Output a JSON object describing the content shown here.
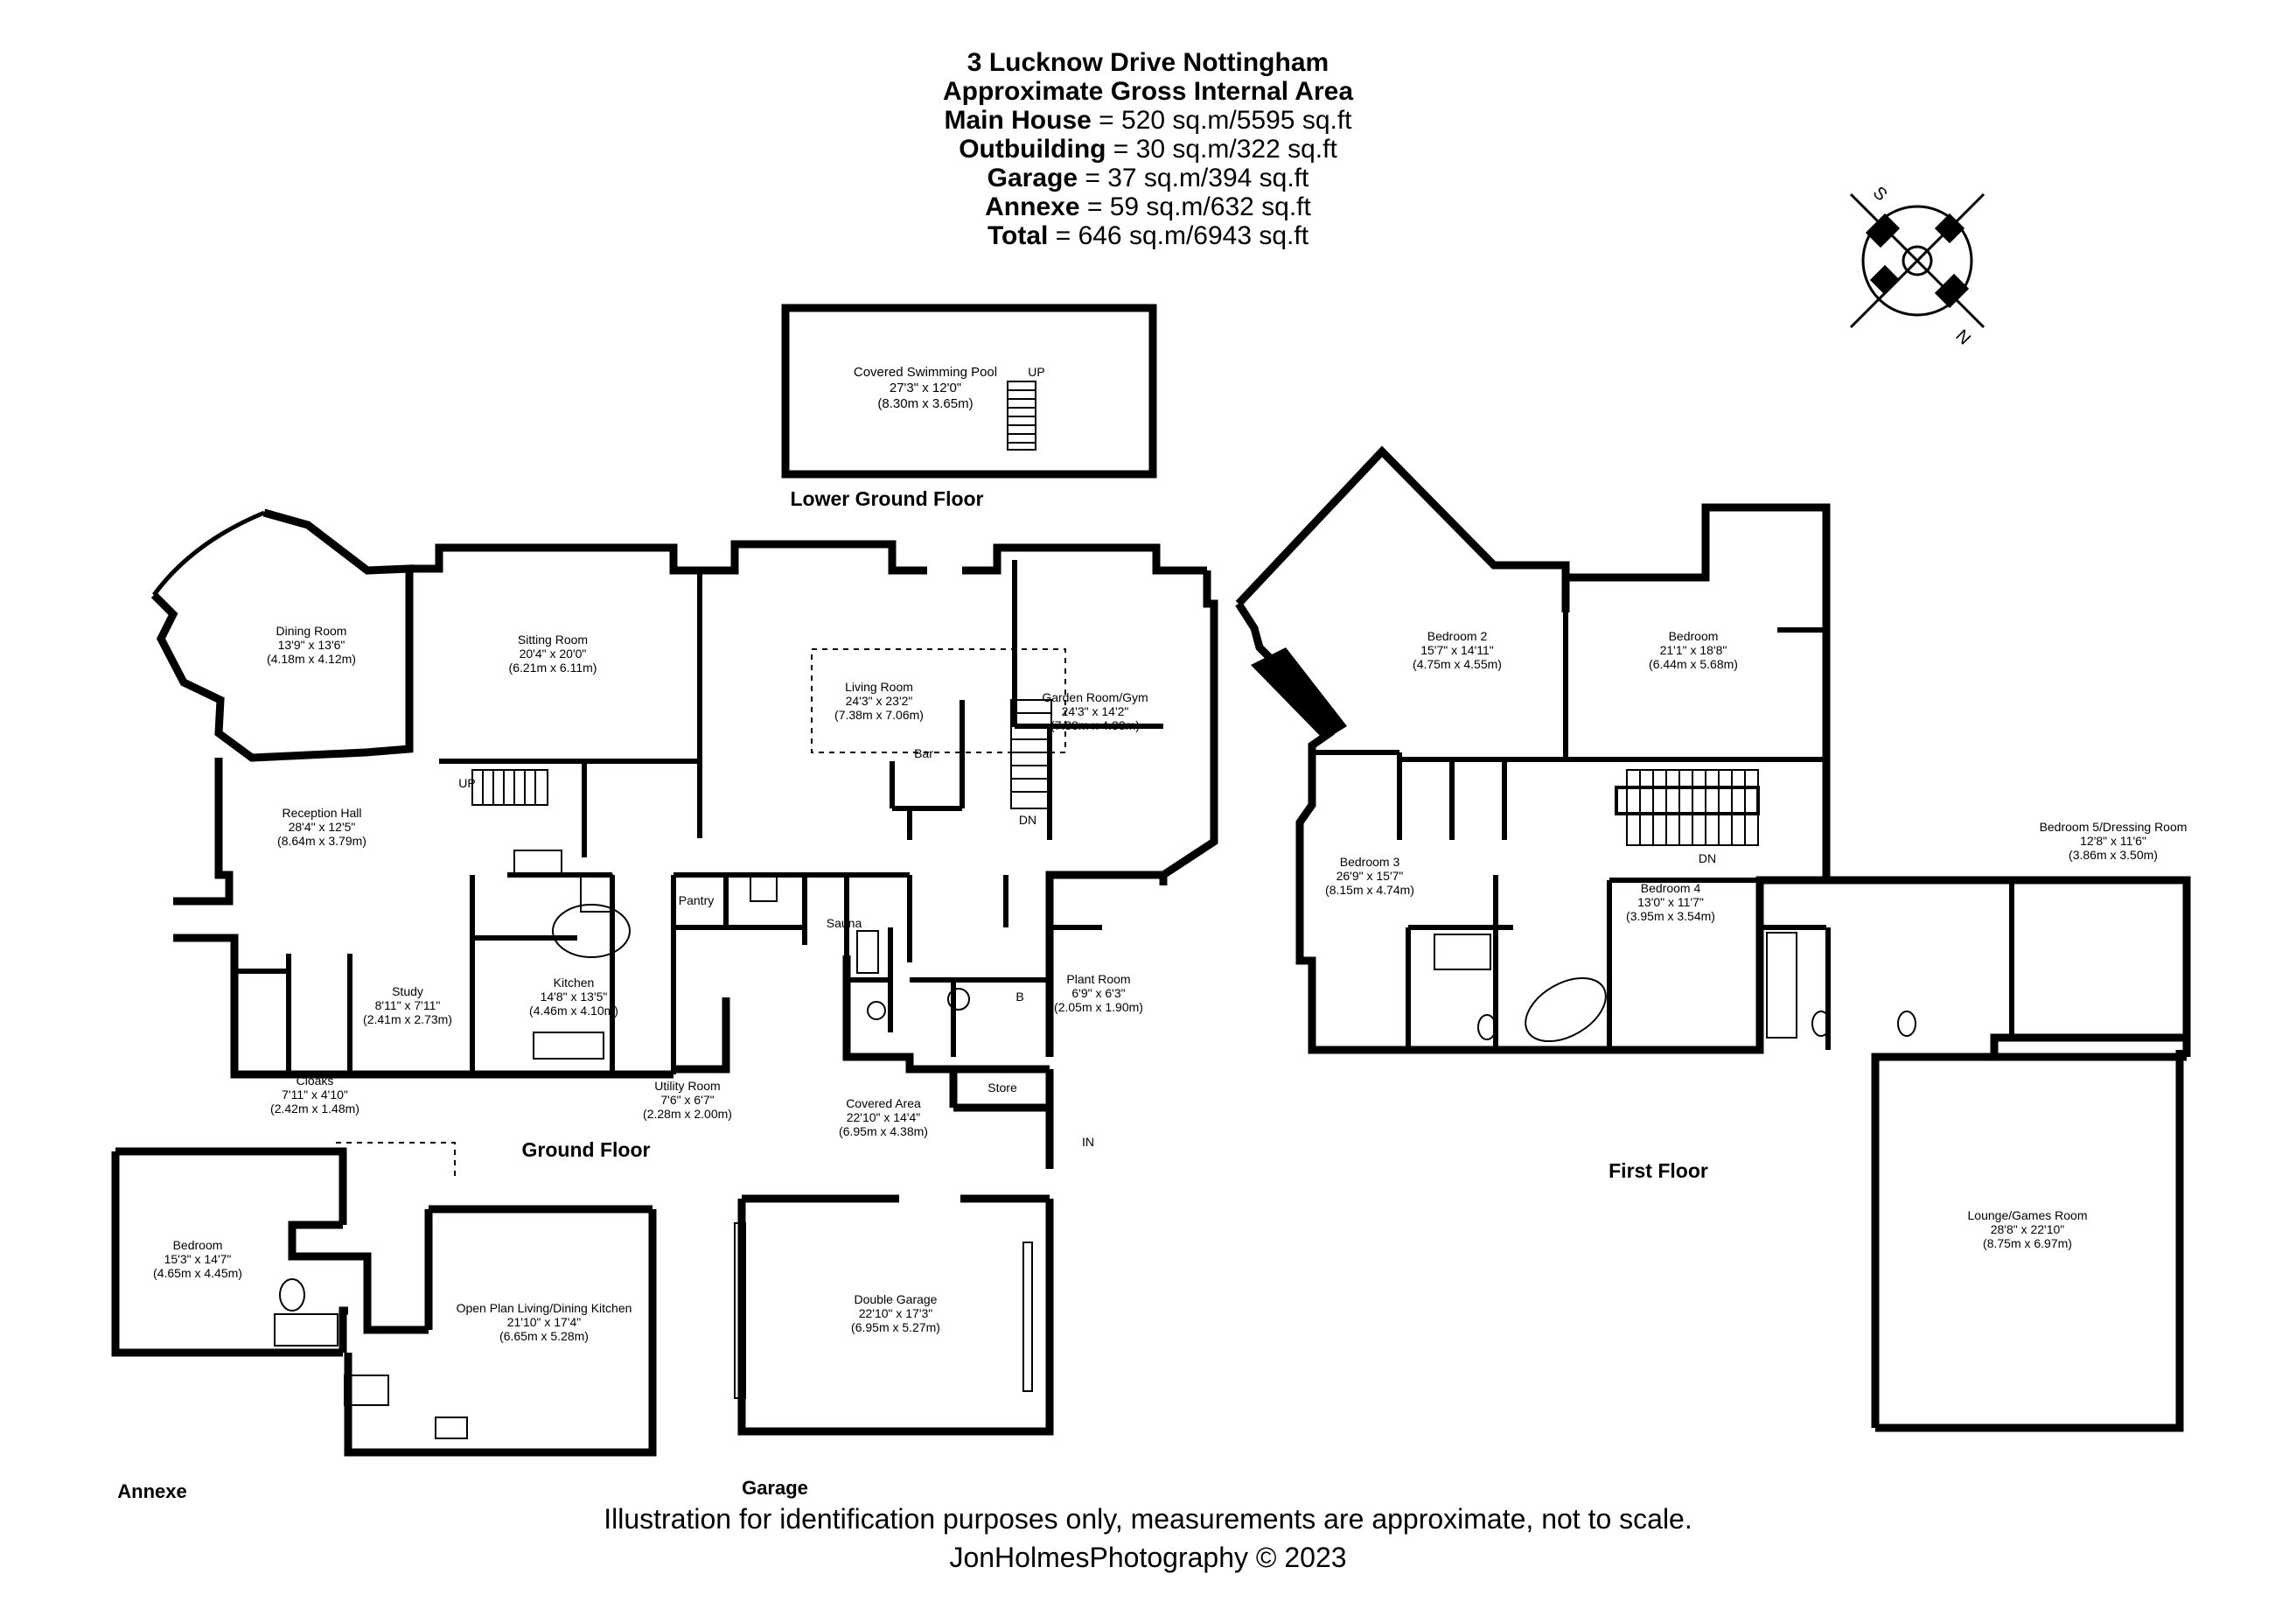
{
  "title": {
    "address": "3 Lucknow Drive Nottingham",
    "subtitle": "Approximate Gross Internal Area",
    "areas": [
      {
        "label": "Main House",
        "value": " = 520 sq.m/5595 sq.ft"
      },
      {
        "label": "Outbuilding",
        "value": " = 30 sq.m/322 sq.ft"
      },
      {
        "label": "Garage",
        "value": " = 37 sq.m/394 sq.ft"
      },
      {
        "label": "Annexe",
        "value": " = 59 sq.m/632 sq.ft"
      },
      {
        "label": "Total",
        "value": " = 646 sq.m/6943 sq.ft"
      }
    ]
  },
  "compass": {
    "s": "S",
    "n": "N"
  },
  "floors": {
    "lower_ground": "Lower Ground Floor",
    "ground": "Ground Floor",
    "first": "First Floor",
    "annexe": "Annexe",
    "garage": "Garage"
  },
  "markers": {
    "up": "UP",
    "dn": "DN",
    "in": "IN",
    "bar": "Bar",
    "boiler": "B"
  },
  "rooms": {
    "pool": {
      "name": "Covered Swimming Pool",
      "imperial": "27'3\" x 12'0\"",
      "metric": "(8.30m x 3.65m)"
    },
    "dining": {
      "name": "Dining Room",
      "imperial": "13'9\" x 13'6\"",
      "metric": "(4.18m x 4.12m)"
    },
    "sitting": {
      "name": "Sitting Room",
      "imperial": "20'4\" x 20'0\"",
      "metric": "(6.21m x 6.11m)"
    },
    "living": {
      "name": "Living Room",
      "imperial": "24'3\" x 23'2\"",
      "metric": "(7.38m x 7.06m)"
    },
    "garden": {
      "name": "Garden Room/Gym",
      "imperial": "24'3\" x 14'2\"",
      "metric": "(7.38m x 4.33m)"
    },
    "reception": {
      "name": "Reception Hall",
      "imperial": "28'4\" x 12'5\"",
      "metric": "(8.64m x 3.79m)"
    },
    "kitchen": {
      "name": "Kitchen",
      "imperial": "14'8\" x 13'5\"",
      "metric": "(4.46m x 4.10m)"
    },
    "study": {
      "name": "Study",
      "imperial": "8'11\" x 7'11\"",
      "metric": "(2.41m x 2.73m)"
    },
    "cloaks": {
      "name": "Cloaks",
      "imperial": "7'11\" x 4'10\"",
      "metric": "(2.42m x 1.48m)"
    },
    "utility": {
      "name": "Utility Room",
      "imperial": "7'6\" x 6'7\"",
      "metric": "(2.28m x 2.00m)"
    },
    "pantry": {
      "name": "Pantry"
    },
    "sauna": {
      "name": "Sauna"
    },
    "plant": {
      "name": "Plant Room",
      "imperial": "6'9\" x 6'3\"",
      "metric": "(2.05m x 1.90m)"
    },
    "store": {
      "name": "Store"
    },
    "covered": {
      "name": "Covered Area",
      "imperial": "22'10\" x 14'4\"",
      "metric": "(6.95m x 4.38m)"
    },
    "garage_room": {
      "name": "Double Garage",
      "imperial": "22'10\" x 17'3\"",
      "metric": "(6.95m x 5.27m)"
    },
    "annexe_bed": {
      "name": "Bedroom",
      "imperial": "15'3\" x 14'7\"",
      "metric": "(4.65m x 4.45m)"
    },
    "annexe_living": {
      "name": "Open Plan Living/Dining Kitchen",
      "imperial": "21'10\" x 17'4\"",
      "metric": "(6.65m x 5.28m)"
    },
    "bed2": {
      "name": "Bedroom 2",
      "imperial": "15'7\" x 14'11\"",
      "metric": "(4.75m x 4.55m)"
    },
    "bed1": {
      "name": "Bedroom",
      "imperial": "21'1\" x 18'8\"",
      "metric": "(6.44m x 5.68m)"
    },
    "bed3": {
      "name": "Bedroom 3",
      "imperial": "26'9\" x 15'7\"",
      "metric": "(8.15m x 4.74m)"
    },
    "bed4": {
      "name": "Bedroom 4",
      "imperial": "13'0\" x 11'7\"",
      "metric": "(3.95m x 3.54m)"
    },
    "bed5": {
      "name": "Bedroom 5/Dressing Room",
      "imperial": "12'8\" x 11'6\"",
      "metric": "(3.86m x 3.50m)"
    },
    "lounge": {
      "name": "Lounge/Games Room",
      "imperial": "28'8\" x 22'10\"",
      "metric": "(8.75m x 6.97m)"
    }
  },
  "footer": {
    "disclaimer": "Illustration for identification purposes only, measurements are approximate, not to scale.",
    "credit": "JonHolmesPhotography © 2023"
  }
}
